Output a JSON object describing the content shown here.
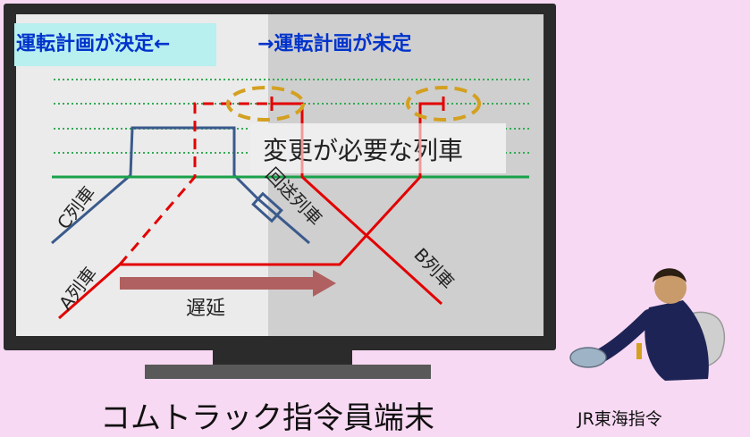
{
  "screen": {
    "title_decided": "運転計画が決定←",
    "title_undecided": "→運転計画が未定",
    "callout": "変更が必要な列車",
    "delay_label": "遅延",
    "trains": {
      "a": "A列車",
      "b": "B列車",
      "c": "C列車",
      "deadhead": "回送列車"
    }
  },
  "captions": {
    "terminal": "コムトラック指令員端末",
    "dispatcher": "JR東海指令"
  },
  "colors": {
    "background": "#f8d9f3",
    "title_text": "#0033cc",
    "title_highlight": "#b8efef",
    "train_red": "#e30000",
    "train_pink": "#f09a9a",
    "train_blue": "#3a5a8c",
    "station_line_green": "#1aa24a",
    "dotted_line_green": "#33aa55",
    "callout_ring": "#d4a020",
    "delay_arrow": "#b06060"
  }
}
